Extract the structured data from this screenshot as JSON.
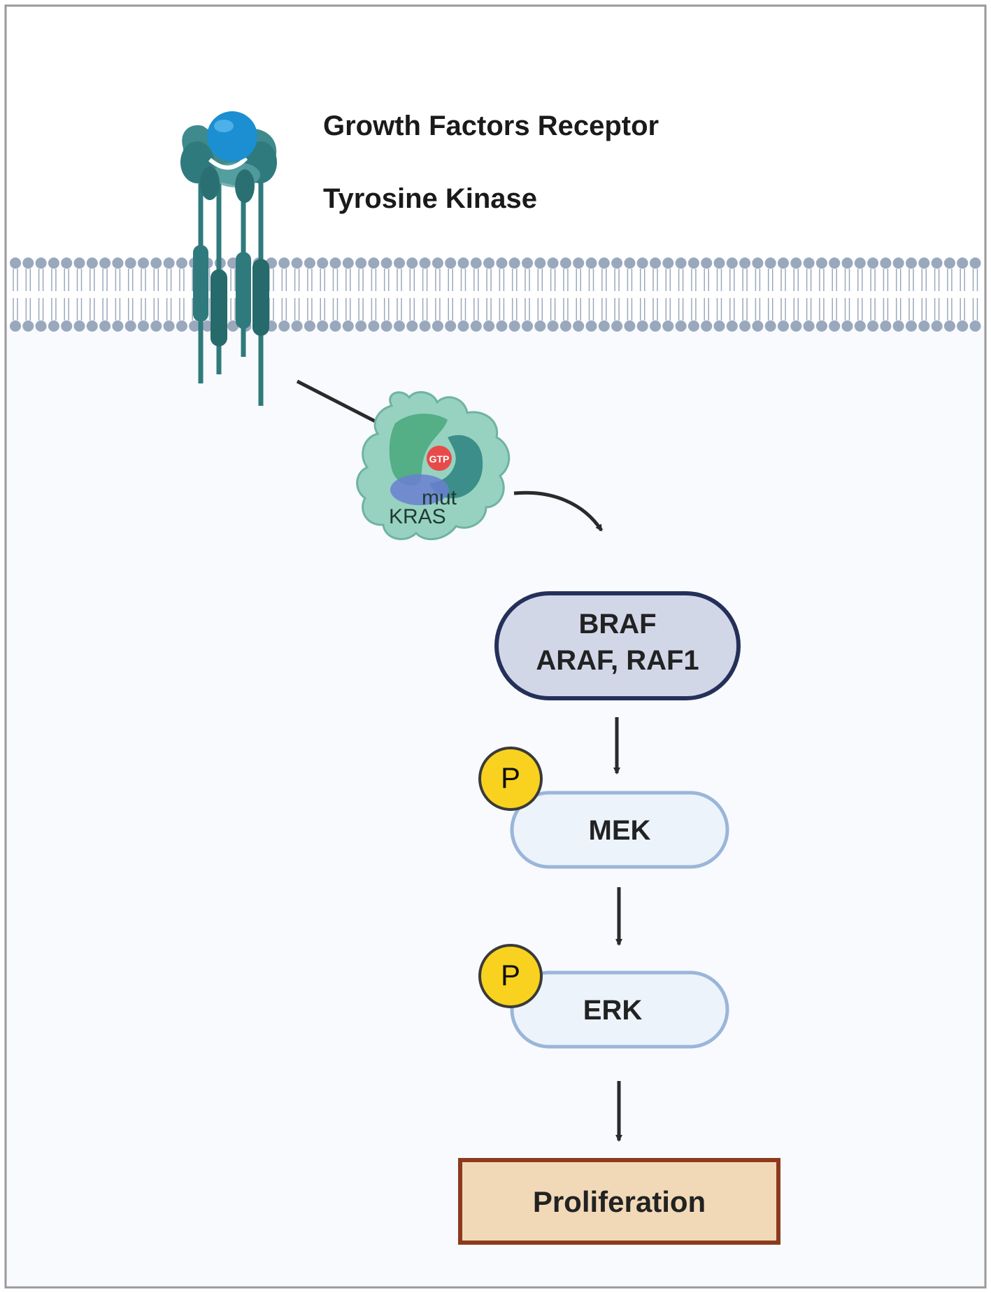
{
  "receptor": {
    "label_line1": "Growth Factors Receptor",
    "label_line2": "Tyrosine Kinase"
  },
  "kras": {
    "gtp": "GTP",
    "mut": "mut",
    "name": "KRAS"
  },
  "nodes": {
    "raf_line1": "BRAF",
    "raf_line2": "ARAF, RAF1",
    "mek": "MEK",
    "erk": "ERK",
    "proliferation": "Proliferation"
  },
  "phospho": {
    "mek_p": "P",
    "erk_p": "P"
  },
  "colors": {
    "background": "#f8fafd",
    "membrane_head": "#9aa8bd",
    "receptor": "#2f7a7d",
    "ligand": "#1b8fd1",
    "raf_fill": "#d2d7e8",
    "raf_border": "#25305a",
    "mek_erk_fill": "#ecf3fb",
    "mek_erk_border": "#9bb5da",
    "phospho_fill": "#f8d21e",
    "phospho_border": "#3a3a3a",
    "prolif_fill": "#f1d9b8",
    "prolif_border": "#8c3a1e"
  }
}
